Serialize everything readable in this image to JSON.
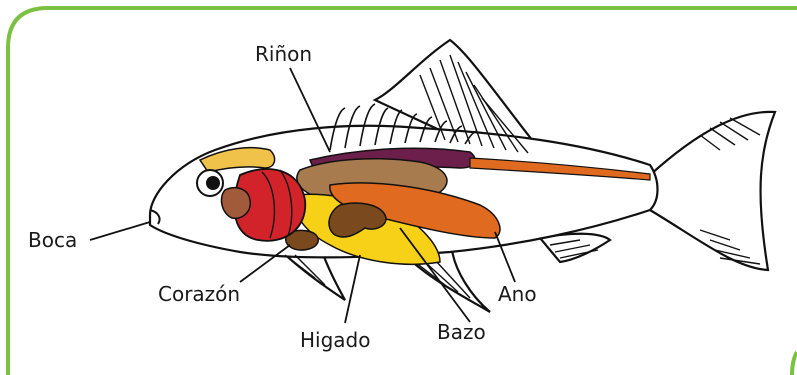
{
  "colors": {
    "frame_border": "#7cc242",
    "outline": "#111111",
    "heart": "#d2232a",
    "liver": "#f7d117",
    "intestine": "#7a4a1e",
    "stomach": "#a77b4e",
    "spleen": "#e06a1f",
    "kidney": "#6b1f4a",
    "gill_arch": "#f0c24a",
    "gill_cover": "#a15a3a"
  },
  "diagram": {
    "labels": {
      "kidney": "Riñon",
      "mouth": "Boca",
      "heart": "Corazón",
      "liver": "Higado",
      "spleen": "Bazo",
      "anus": "Ano"
    }
  }
}
